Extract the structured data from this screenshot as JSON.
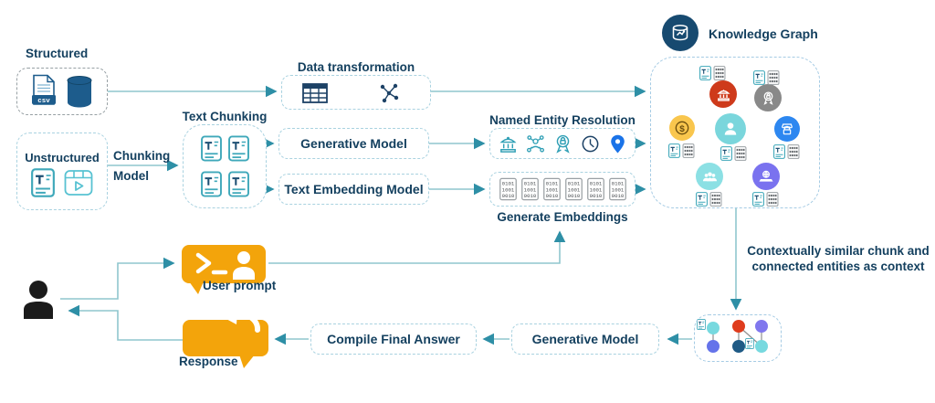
{
  "colors": {
    "text_navy": "#14405f",
    "wire_teal": "#8fc6ce",
    "arrowhead_teal": "#2e8fa6",
    "dashed_border_blue": "#a9d2e0",
    "orange_accent": "#f3a40b",
    "kg_node_red": "#ce3a1b",
    "kg_node_grey": "#898989",
    "kg_node_yellow": "#f9c64d",
    "kg_node_teal": "#7ad6dc",
    "kg_node_blue": "#2d87f0",
    "kg_node_purple": "#7a72ef",
    "db_blue": "#1d5c8c"
  },
  "sources": {
    "structured_label": "Structured",
    "csv_badge": "csv",
    "unstructured_label": "Unstructured",
    "chunking_model_line1": "Chunking",
    "chunking_model_line2": "Model",
    "icons": [
      "csv-file-icon",
      "database-icon",
      "text-document-icon",
      "video-icon"
    ]
  },
  "pipeline": {
    "text_chunking_label": "Text Chunking",
    "data_transformation_label": "Data transformation",
    "generative_model_label": "Generative Model",
    "text_embedding_model_label": "Text Embedding Model",
    "named_entity_resolution_label": "Named Entity Resolution",
    "generate_embeddings_label": "Generate Embeddings",
    "binary_chip_rows": [
      "0101",
      "1001",
      "0010"
    ],
    "ner_icons": [
      "bank-icon",
      "entity-network-icon",
      "award-lock-icon",
      "clock-icon",
      "location-pin-icon"
    ],
    "data_transformation_icons": [
      "table-icon",
      "graph-transform-icon"
    ]
  },
  "knowledge_graph": {
    "title": "Knowledge Graph",
    "money_symbol": "$",
    "entity_icons": [
      "bank-icon",
      "award-lock-icon",
      "money-icon",
      "person-icon",
      "store-icon",
      "people-group-icon",
      "laptop-globe-icon"
    ]
  },
  "context_note": {
    "line1": "Contextually similar chunk and",
    "line2": "connected entities as context"
  },
  "qa_flow": {
    "user_prompt_label": "User prompt",
    "response_label": "Response",
    "compile_final_answer_label": "Compile Final Answer",
    "generative_model_label": "Generative Model",
    "icons": [
      "user-silhouette-icon",
      "terminal-prompt-bubble-icon",
      "reply-bubble-icon",
      "mini-graph-icon"
    ]
  }
}
